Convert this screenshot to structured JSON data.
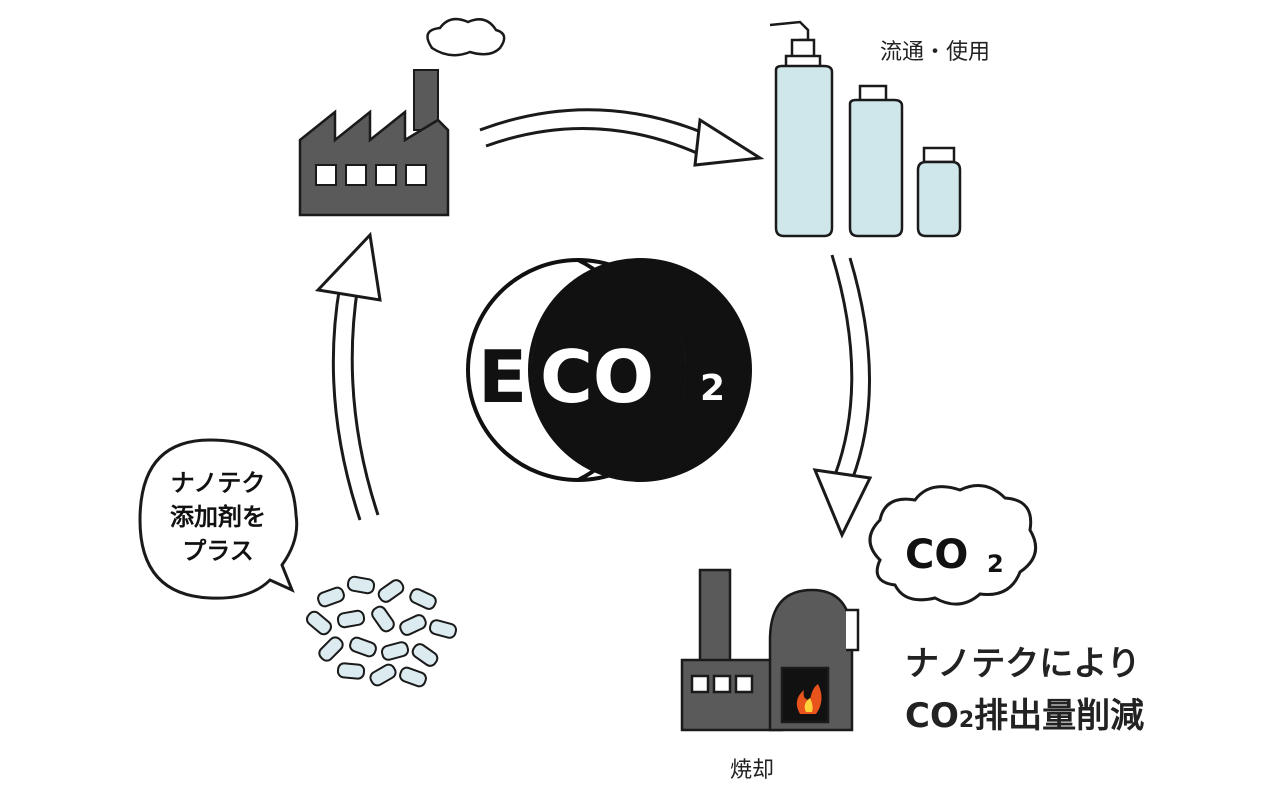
{
  "center_logo": {
    "main": "ECO",
    "sub": "2"
  },
  "labels": {
    "distribution_use": "流通・使用",
    "incineration": "焼却"
  },
  "speech_bubble": {
    "lines": [
      "ナノテク",
      "添加剤を",
      "プラス"
    ]
  },
  "cloud": {
    "main": "CO",
    "sub": "2"
  },
  "caption": {
    "line1": "ナノテクにより",
    "line2_prefix": "CO",
    "line2_sub": "2",
    "line2_suffix": "排出量削減"
  },
  "colors": {
    "ink": "#1a1a1a",
    "factory_gray": "#5a5a5a",
    "bottle_blue": "#cfe6ea",
    "pellet_blue": "#dcebf0",
    "flame_orange": "#e8541b",
    "flame_yellow": "#ffd23c"
  }
}
